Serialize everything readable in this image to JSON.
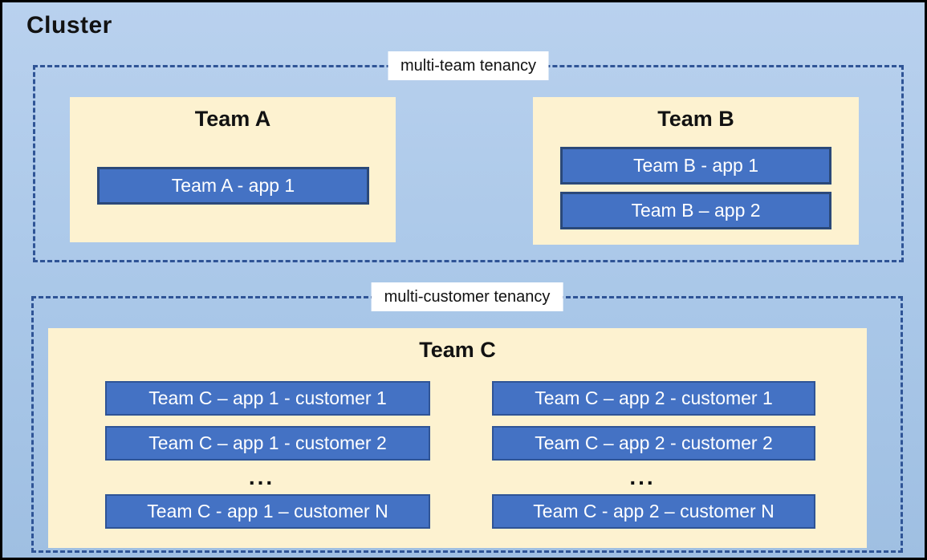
{
  "colors": {
    "background_top": "#B9D1EE",
    "background_bottom": "#9FBFE2",
    "cluster_border": "#000000",
    "dashed_border": "#2F5496",
    "team_box_fill": "#FDF2D0",
    "app_box_fill": "#4472C4",
    "app_box_border": "#2B4979",
    "app_text": "#FFFFFF",
    "label_background": "#FFFFFF",
    "title_text": "#121212"
  },
  "cluster": {
    "title": "Cluster"
  },
  "multi_team": {
    "label": "multi-team tenancy",
    "teams": [
      {
        "title": "Team A",
        "apps": [
          "Team A - app 1"
        ]
      },
      {
        "title": "Team B",
        "apps": [
          "Team B - app 1",
          "Team B – app 2"
        ]
      }
    ]
  },
  "multi_customer": {
    "label": "multi-customer tenancy",
    "team": {
      "title": "Team C",
      "columns": [
        {
          "rows": [
            "Team C – app 1 - customer 1",
            "Team C – app 1 - customer 2"
          ],
          "ellipsis": "...",
          "last_row": "Team C - app 1 – customer N"
        },
        {
          "rows": [
            "Team C – app 2 - customer 1",
            "Team C – app 2 - customer 2"
          ],
          "ellipsis": "...",
          "last_row": "Team C - app 2 – customer N"
        }
      ]
    }
  }
}
